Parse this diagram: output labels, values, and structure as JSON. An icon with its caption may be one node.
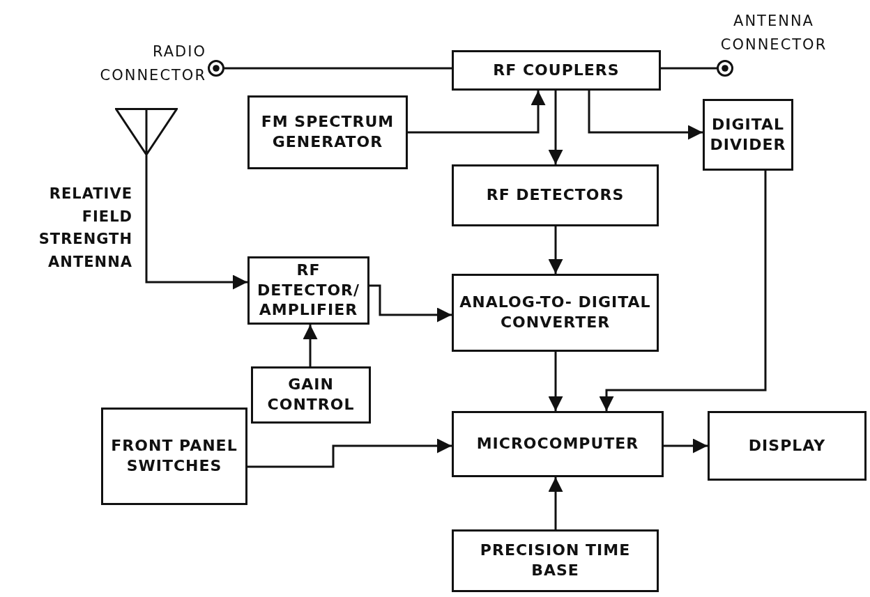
{
  "diagram": {
    "nodes": [
      {
        "text": [],
        "shape": "circle",
        "beside": [
          "RADIO CONNECTOR"
        ]
      },
      {
        "text": [
          "RF COUPLERS"
        ]
      },
      {
        "text": [],
        "shape": "circle",
        "beside": [
          "ANTENNA CONNECTOR"
        ]
      },
      {
        "text": [
          "FM SPECTRUM GENERATOR"
        ]
      },
      {
        "text": [
          "DIGITAL DIVIDER"
        ]
      },
      {
        "text": [],
        "shape": "picture",
        "beside": [
          "RELATIVE FIELD STRENGTH ANTENNA"
        ]
      },
      {
        "text": [
          "RF DETECTORS"
        ]
      },
      {
        "text": [
          "RF DETECTOR/ AMPLIFIER"
        ]
      },
      {
        "text": [
          "ANALOG-TO- DIGITAL CONVERTER"
        ]
      },
      {
        "text": [
          "GAIN CONTROL"
        ]
      },
      {
        "text": [
          "FRONT PANEL SWITCHES"
        ]
      },
      {
        "text": [
          "MICROCOMPUTER"
        ]
      },
      {
        "text": [
          "DISPLAY"
        ]
      },
      {
        "text": [
          "PRECISION TIME BASE"
        ]
      }
    ],
    "edges": [
      {
        "from": 0,
        "to": 1,
        "arrow": "none"
      },
      {
        "from": 1,
        "to": 2,
        "arrow": "none"
      },
      {
        "from": 3,
        "to": 1,
        "arrow": "to"
      },
      {
        "from": 1,
        "to": 6,
        "arrow": "to"
      },
      {
        "from": 1,
        "to": 4,
        "arrow": "to"
      },
      {
        "from": 5,
        "to": 7,
        "arrow": "to"
      },
      {
        "from": 6,
        "to": 8,
        "arrow": "to"
      },
      {
        "from": 7,
        "to": 8,
        "arrow": "to"
      },
      {
        "from": 9,
        "to": 7,
        "arrow": "to"
      },
      {
        "from": 4,
        "to": 11,
        "arrow": "to"
      },
      {
        "from": 8,
        "to": 11,
        "arrow": "to"
      },
      {
        "from": 10,
        "to": 11,
        "arrow": "to"
      },
      {
        "from": 11,
        "to": 12,
        "arrow": "to"
      },
      {
        "from": 13,
        "to": 11,
        "arrow": "to"
      }
    ]
  }
}
